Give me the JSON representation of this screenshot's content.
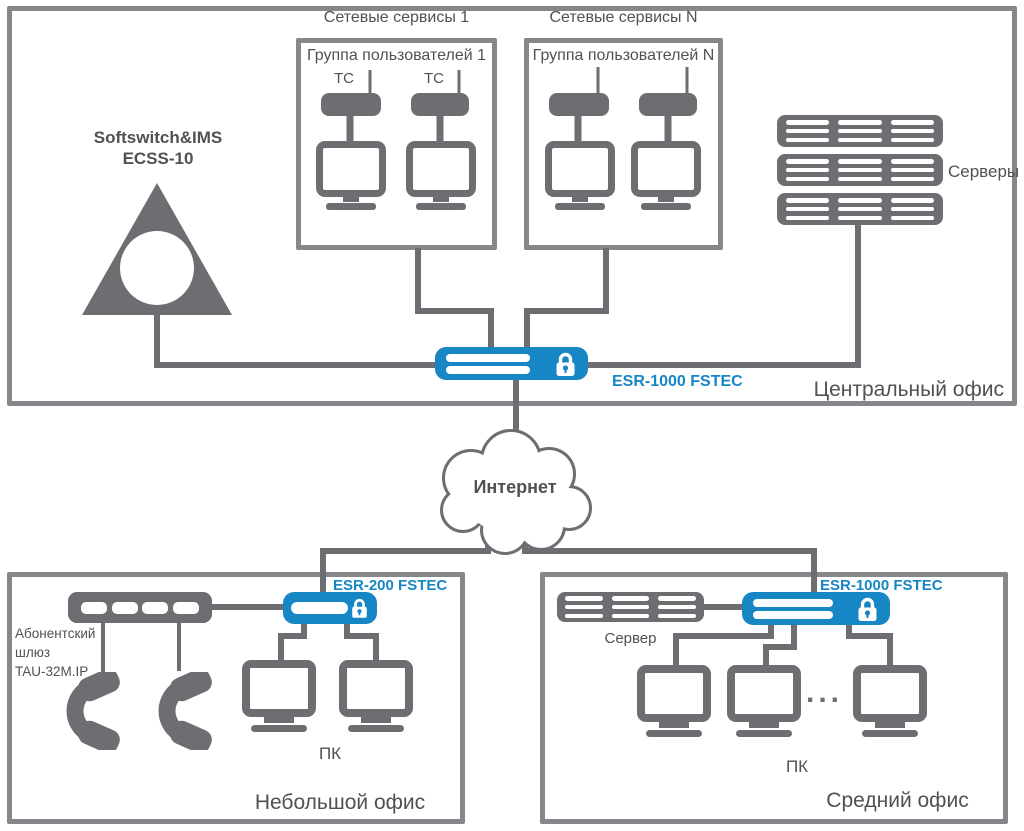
{
  "central_office": {
    "label": "Центральный офис",
    "softswitch_line1": "Softswitch&IMS",
    "softswitch_line2": "ECSS-10",
    "service_box_1": {
      "title": "Сетевые сервисы 1",
      "group_label": "Группа пользователей 1",
      "tc1": "ТС",
      "tc2": "ТС"
    },
    "service_box_n": {
      "title": "Сетевые сервисы N",
      "group_label": "Группа пользователей N"
    },
    "servers_label": "Серверы",
    "router_label": "ESR-1000 FSTEC"
  },
  "internet_label": "Интернет",
  "small_office": {
    "label": "Небольшой офис",
    "gateway_line1": "Абонентский",
    "gateway_line2": "шлюз",
    "gateway_line3": "TAU-32M.IP",
    "router_label": "ESR-200 FSTEC",
    "pc_label": "ПК"
  },
  "medium_office": {
    "label": "Средний офис",
    "server_label": "Сервер",
    "router_label": "ESR-1000 FSTEC",
    "ellipsis": "...",
    "pc_label": "ПК"
  },
  "colors": {
    "accent_blue": "#1786C5",
    "icon_gray": "#6D6E71",
    "border_gray": "#85878A",
    "text_gray": "#4F5153"
  }
}
